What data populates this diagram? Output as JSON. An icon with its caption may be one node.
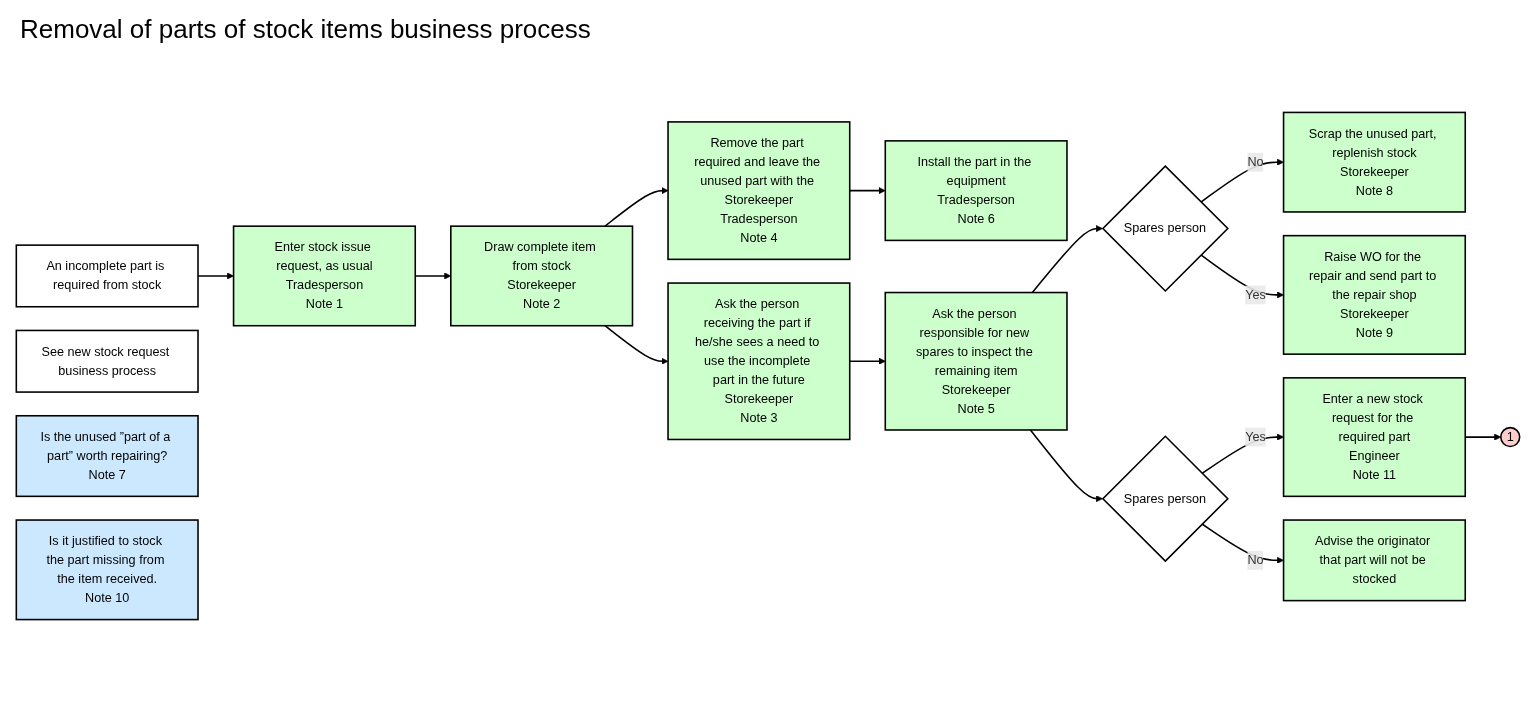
{
  "diagram": {
    "title": "Removal of parts of stock items business process",
    "nodes": [
      {
        "text": [
          "An incomplete part is required from stock"
        ]
      },
      {
        "text": [
          "Enter stock issue request, as usual",
          "Tradesperson",
          "Note 1"
        ]
      },
      {
        "text": [
          "Draw complete item from stock",
          "Storekeeper",
          "Note 2"
        ]
      },
      {
        "text": [
          "Remove the part required and leave the unused part with the Storekeeper",
          "Tradesperson",
          "Note 4"
        ]
      },
      {
        "text": [
          "Install the part in the equipment",
          "Tradesperson",
          "Note 6"
        ]
      },
      {
        "text": [
          "Scrap the unused part, replenish stock",
          "Storekeeper",
          "Note 8"
        ]
      },
      {
        "text": [
          "Raise WO for the repair and send part to the repair shop",
          "Storekeeper",
          "Note 9"
        ]
      },
      {
        "text": [
          "Enter a new stock request for the required part",
          "Engineer",
          "Note 11"
        ]
      },
      {
        "text": [
          "1"
        ]
      },
      {
        "text": [
          "See new stock request business process"
        ]
      },
      {
        "text": [
          "Ask the person receiving the part if he/she sees a need to use the incomplete part in the future",
          "Storekeeper",
          "Note 3"
        ]
      },
      {
        "text": [
          "Ask the person responsible for new spares to inspect the remaining item",
          "Storekeeper",
          "Note 5"
        ]
      },
      {
        "text": [
          "Spares person"
        ]
      },
      {
        "text": [
          "Is the unused ”part of a part” worth repairing?",
          "Note 7"
        ]
      },
      {
        "text": [
          "Spares person"
        ]
      },
      {
        "text": [
          "Advise the originator that part will not be stocked"
        ]
      },
      {
        "text": [
          "Is it justified to stock the part missing from the item received.",
          "Note 10"
        ]
      }
    ],
    "edges": [
      {
        "from": 0,
        "to": 1,
        "arrow": "to"
      },
      {
        "from": 1,
        "to": 2,
        "arrow": "to"
      },
      {
        "from": 2,
        "to": 3,
        "arrow": "to"
      },
      {
        "from": 3,
        "to": 4,
        "arrow": "to"
      },
      {
        "from": 2,
        "to": 10,
        "arrow": "to"
      },
      {
        "from": 10,
        "to": 11,
        "arrow": "to"
      },
      {
        "from": 11,
        "to": 12,
        "arrow": "to"
      },
      {
        "from": 12,
        "to": 5,
        "label": "No",
        "arrow": "to"
      },
      {
        "from": 12,
        "to": 6,
        "label": "Yes",
        "arrow": "to"
      },
      {
        "from": 11,
        "to": 14,
        "arrow": "to"
      },
      {
        "from": 14,
        "to": 7,
        "label": "Yes",
        "arrow": "to"
      },
      {
        "from": 14,
        "to": 15,
        "label": "No",
        "arrow": "to"
      },
      {
        "from": 7,
        "to": 8,
        "arrow": "to"
      }
    ]
  }
}
